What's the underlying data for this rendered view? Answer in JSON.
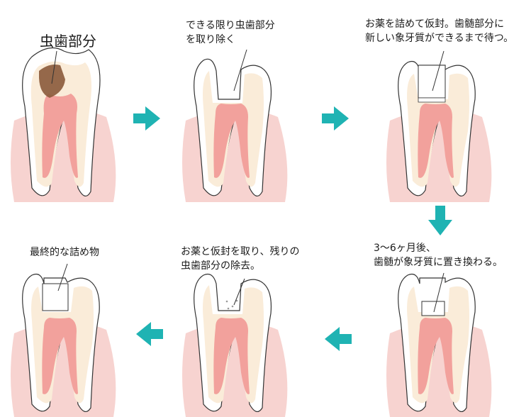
{
  "steps": [
    {
      "lines": [
        "虫歯部分"
      ]
    },
    {
      "lines": [
        "できる限り虫歯部分",
        "を取り除く"
      ]
    },
    {
      "lines": [
        "お薬を詰めて仮封。歯髄部分に",
        "新しい象牙質ができるまで待つ。"
      ]
    },
    {
      "lines": [
        "3〜6ヶ月後、",
        "歯髄が象牙質に置き換わる。"
      ]
    },
    {
      "lines": [
        "お薬と仮封を取り、残りの",
        "虫歯部分の除去。"
      ]
    },
    {
      "lines": [
        "最終的な詰め物"
      ]
    }
  ],
  "colors": {
    "gum": "#f7d3d0",
    "dentin": "#faecd9",
    "pulp": "#f2a19c",
    "caries": "#8a5a3a",
    "arrow": "#1fb3b3",
    "outline": "#333333"
  }
}
